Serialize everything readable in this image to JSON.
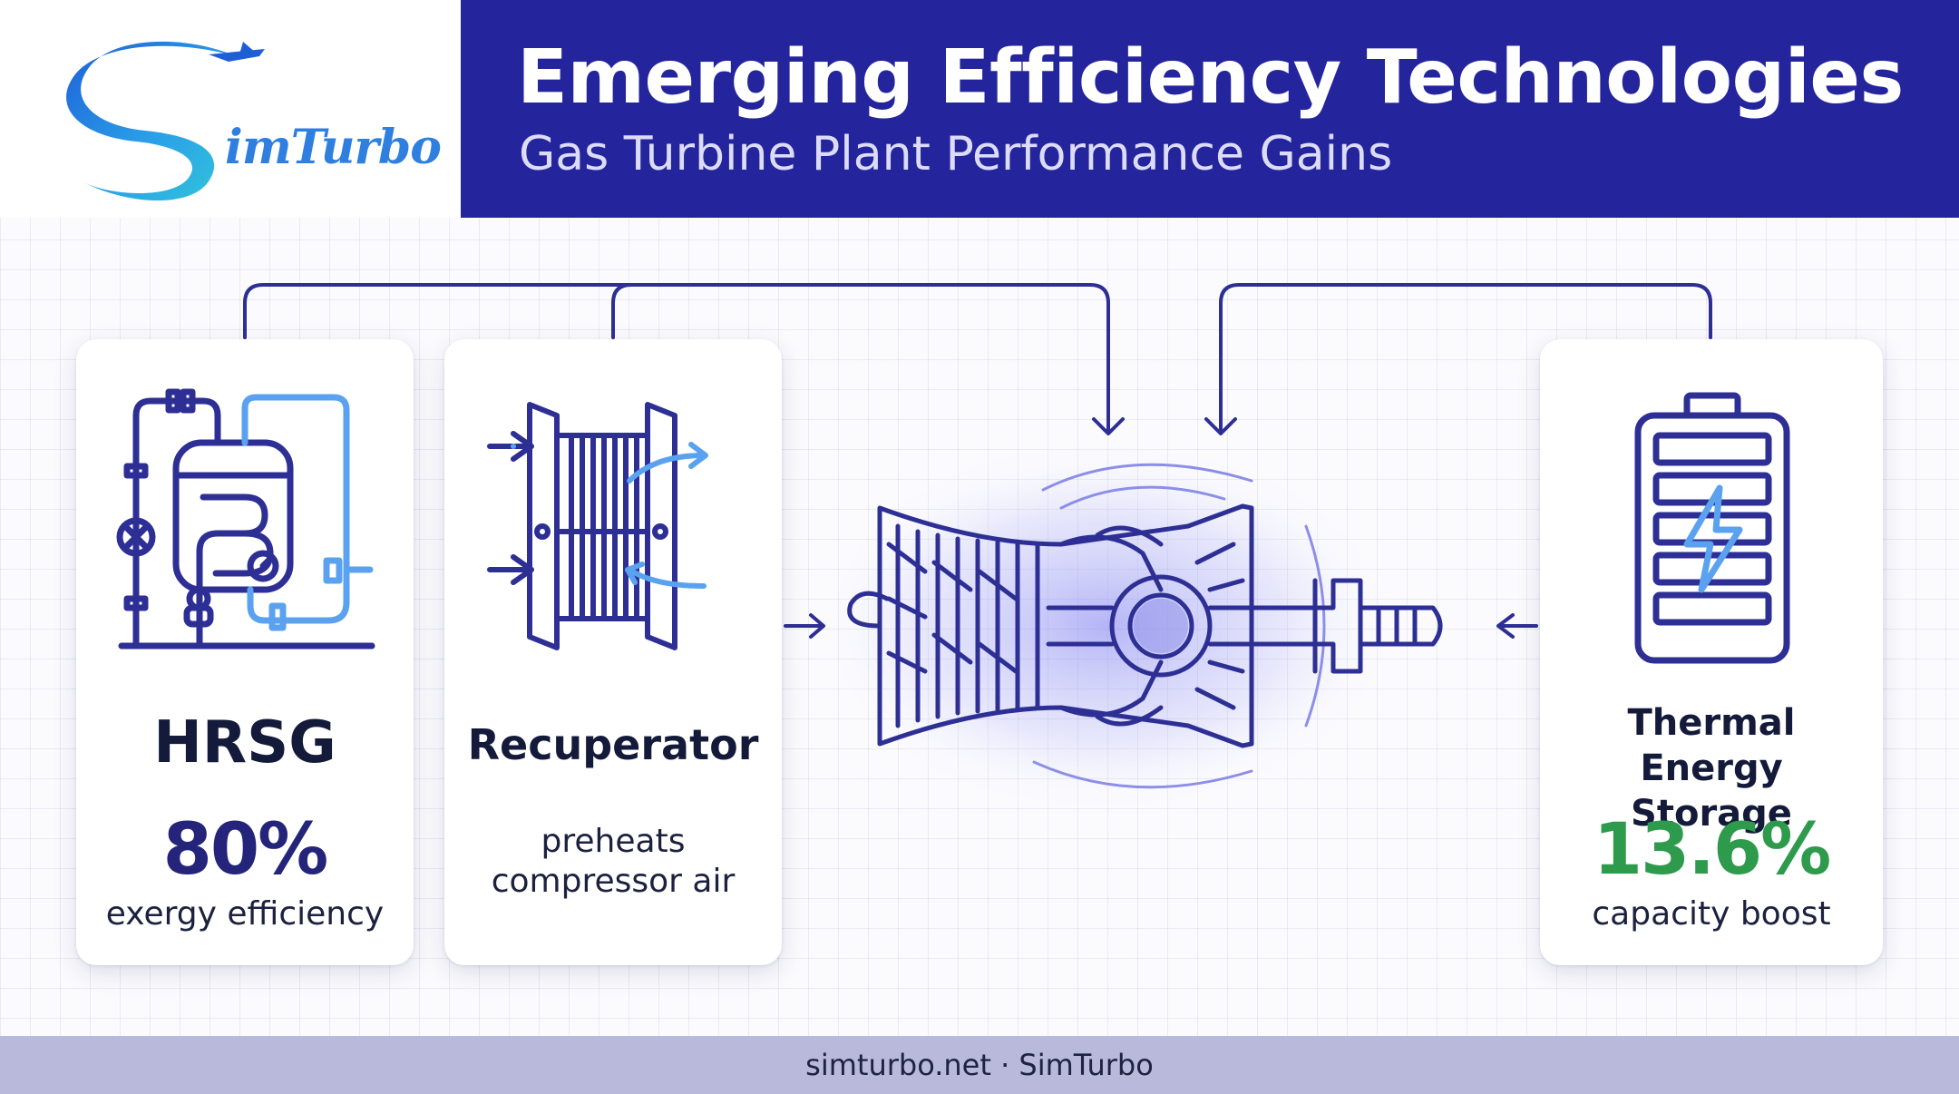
{
  "brand": {
    "name": "SimTurbo",
    "logo_text": "imTurbo",
    "logo_icon": "swoosh-s-airplane-icon"
  },
  "header": {
    "title": "Emerging Efficiency Technologies",
    "subtitle": "Gas Turbine Plant Performance Gains"
  },
  "cards": [
    {
      "title": "HRSG",
      "stat": "80%",
      "description": "exergy efficiency",
      "icon": "boiler-piping-icon",
      "stat_color": "#23247a"
    },
    {
      "title": "Recuperator",
      "description": "preheats compressor air",
      "icon": "heat-exchanger-icon"
    },
    {
      "title": "Thermal Energy Storage",
      "stat": "13.6%",
      "description": "capacity boost",
      "icon": "battery-lightning-icon",
      "stat_color": "#2e9a4c"
    }
  ],
  "center": {
    "icon": "gas-turbine-icon"
  },
  "footer": {
    "text": "simturbo.net · SimTurbo"
  },
  "colors": {
    "header_bg": "#24259c",
    "line": "#2d2f94",
    "accent_blue": "#2f7fe0",
    "footer_bg": "#b9b9dc"
  }
}
